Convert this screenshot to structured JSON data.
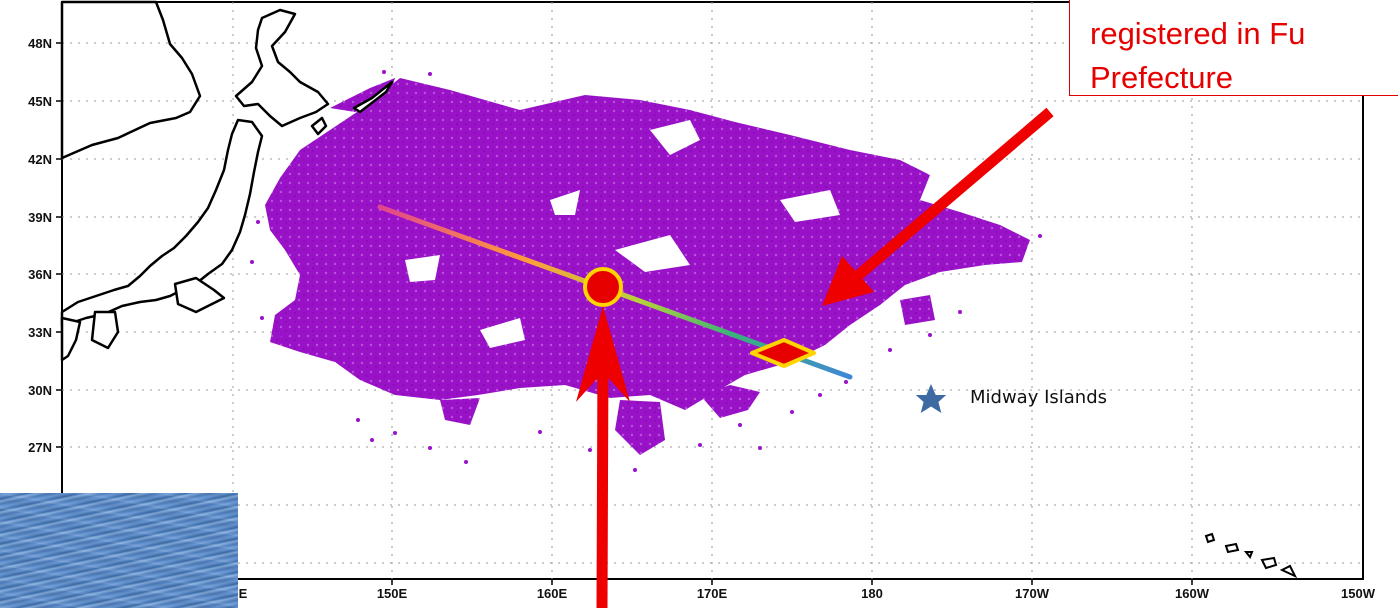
{
  "map": {
    "lat_labels": [
      "48N",
      "45N",
      "42N",
      "39N",
      "36N",
      "33N",
      "30N",
      "27N"
    ],
    "lon_labels": [
      "E",
      "150E",
      "160E",
      "170E",
      "180",
      "170W",
      "160W",
      "150W"
    ],
    "colors": {
      "debris": "#9a12c8",
      "arrow": "#ee0000",
      "point_fill": "#e60000",
      "point_ring": "#ffd400",
      "midway_star": "#3d6aa3",
      "track_start": "#e0458f",
      "track_mid": "#b7d33a",
      "track_end": "#3f87d8"
    },
    "callout": {
      "line1": "registered in Fu",
      "line2": "Prefecture"
    },
    "midway_label": "Midway Islands",
    "icons": {
      "release_point": "red-circle-icon",
      "found_point": "red-diamond-icon",
      "midway": "star-icon"
    }
  }
}
